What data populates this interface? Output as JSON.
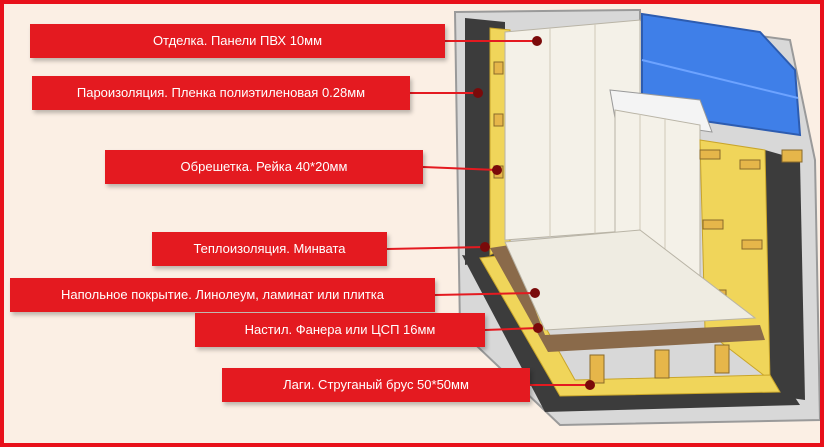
{
  "labels": [
    "Отделка. Панели ПВХ 10мм",
    "Пароизоляция. Пленка полиэтиленовая 0.28мм",
    "Обрешетка. Рейка 40*20мм",
    "Теплоизоляция. Минвата",
    "Напольное покрытие. Линолеум, ламинат или плитка",
    "Настил. Фанера или ЦСП 16мм",
    "Лаги. Струганый брус 50*50мм"
  ],
  "colors": {
    "label_bg": "#e41a20",
    "label_text": "#ffffff",
    "wall_dark": "#3c3c3c",
    "insulation": "#f0d55a",
    "panel": "#f4f1e8",
    "glass": "#3f7fe8",
    "floor": "#efece2",
    "plywood": "#8a6a4a"
  }
}
